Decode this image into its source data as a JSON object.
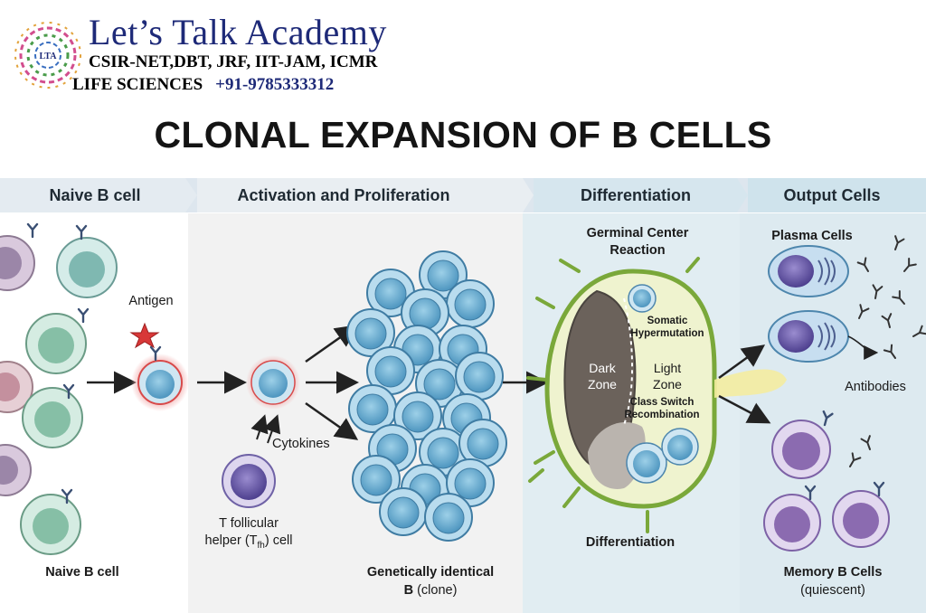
{
  "brand": {
    "name": "Let’s Talk Academy",
    "exams": "CSIR-NET,DBT, JRF, IIT-JAM, ICMR",
    "subject": "LIFE SCIENCES",
    "phone": "+91-9785333312",
    "logo_text": "LTA"
  },
  "title": "CLONAL EXPANSION OF B CELLS",
  "stages": {
    "naive": "Naive B cell",
    "activation": "Activation and Proliferation",
    "differentiation": "Differentiation",
    "output": "Output Cells"
  },
  "labels": {
    "antigen": "Antigen",
    "naive_cell": "Naive B cell",
    "cytokines": "Cytokines",
    "tfh_line1": "T follicular",
    "tfh_line2_prefix": "helper (T",
    "tfh_sub": "fh",
    "tfh_line2_suffix": ") cell",
    "clone_line1": "Genetically identical",
    "clone_line2_bold": "B",
    "clone_line2_rest": " (clone)",
    "gc_line1": "Germinal Center",
    "gc_line2": "Reaction",
    "dark_zone_line1": "Dark",
    "dark_zone_line2": "Zone",
    "light_zone_line1": "Light",
    "light_zone_line2": "Zone",
    "somatic_line1": "Somatic",
    "somatic_line2": "Hypermutation",
    "class_switch_line1": "Class Switch",
    "class_switch_line2": "Recombination",
    "differentiation_bottom": "Differentiation",
    "plasma": "Plasma Cells",
    "antibodies": "Antibodies",
    "memory": "Memory B Cells",
    "quiescent": "(quiescent)"
  },
  "colors": {
    "b_cell": "#6fa8c9",
    "plasma": "#5a4f9a",
    "memory": "#8b6bb0",
    "germinal_outline": "#7aa83a",
    "dark_zone": "#6b625b",
    "antigen": "#d83838"
  }
}
